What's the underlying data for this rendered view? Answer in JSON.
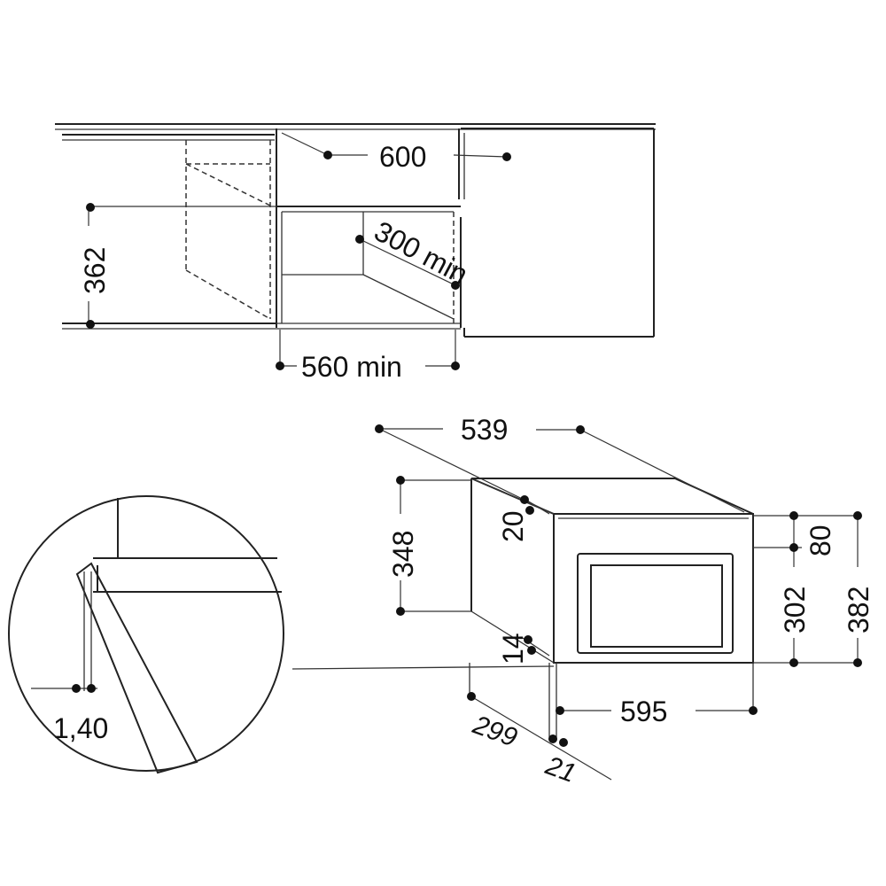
{
  "dimensions": {
    "niche_width": "600",
    "niche_height": "362",
    "niche_depth": "300 min",
    "niche_inner_width": "560 min",
    "oven_depth_top": "539",
    "side_height": "348",
    "top_offset": "20",
    "bottom_offset": "14",
    "front_top_band": "80",
    "front_height_inner": "302",
    "front_height_total": "382",
    "front_width": "595",
    "body_depth": "299",
    "front_thickness": "21",
    "detail_gap": "1,40"
  }
}
